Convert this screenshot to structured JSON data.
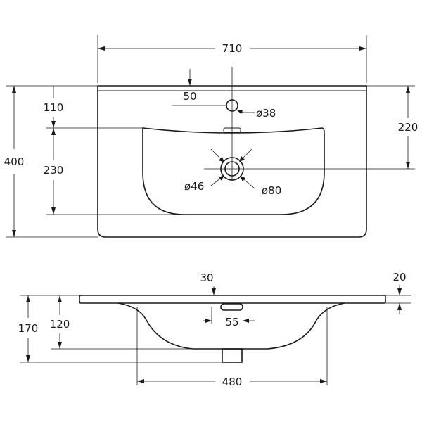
{
  "top_view": {
    "width": "710",
    "height": "400",
    "tap_hole_offset": "50",
    "tap_hole_diameter": "ø38",
    "tap_depth": "110",
    "bowl_depth": "230",
    "drain_offset": "220",
    "drain_inner_diameter": "ø46",
    "drain_outer_diameter": "ø80"
  },
  "side_view": {
    "overflow_offset": "30",
    "rim_thickness": "20",
    "total_height": "170",
    "bowl_height": "120",
    "overflow_width": "55",
    "bowl_width": "480"
  }
}
